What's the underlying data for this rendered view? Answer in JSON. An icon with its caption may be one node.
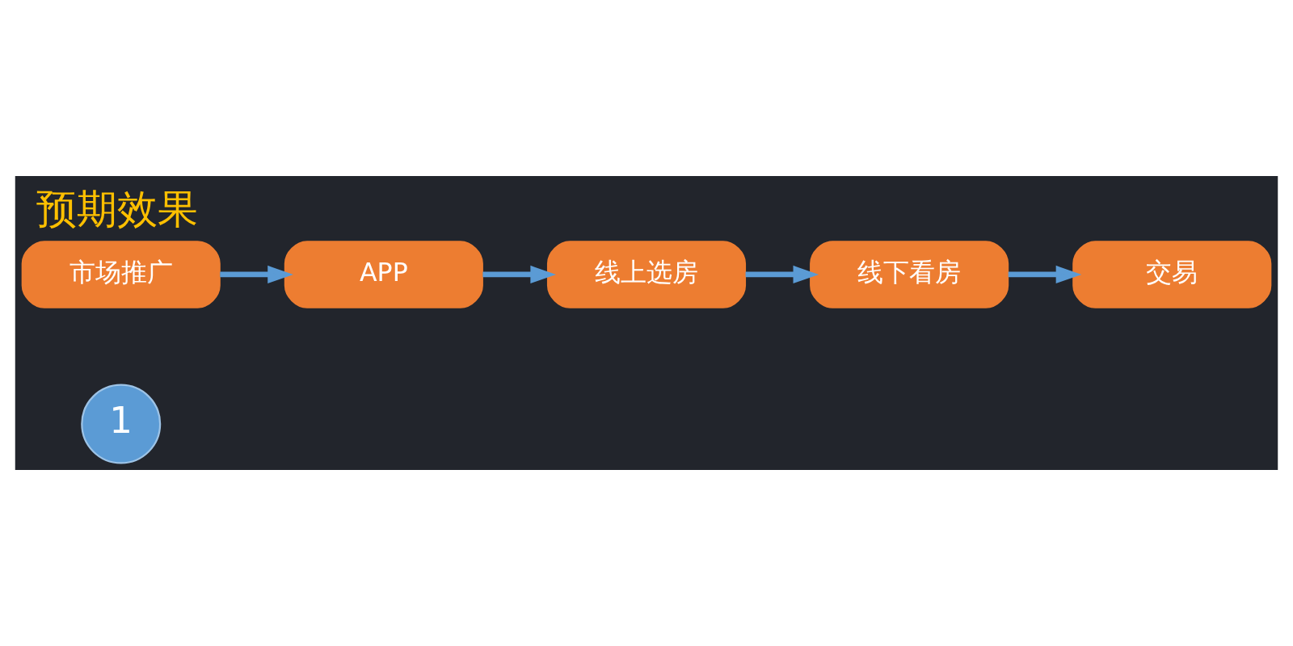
{
  "diagram": {
    "title": "预期效果",
    "nodes": [
      {
        "text": [
          "1"
        ]
      },
      {
        "text": [
          "市场推广"
        ]
      },
      {
        "text": [
          "APP"
        ]
      },
      {
        "text": [
          "线上选房"
        ]
      },
      {
        "text": [
          "线下看房"
        ]
      },
      {
        "text": [
          "交易"
        ]
      }
    ],
    "edges": [
      {
        "from": 1,
        "to": 2,
        "arrow": "to"
      },
      {
        "from": 2,
        "to": 3,
        "arrow": "to"
      },
      {
        "from": 3,
        "to": 4,
        "arrow": "to"
      },
      {
        "from": 4,
        "to": 5,
        "arrow": "to"
      }
    ]
  }
}
